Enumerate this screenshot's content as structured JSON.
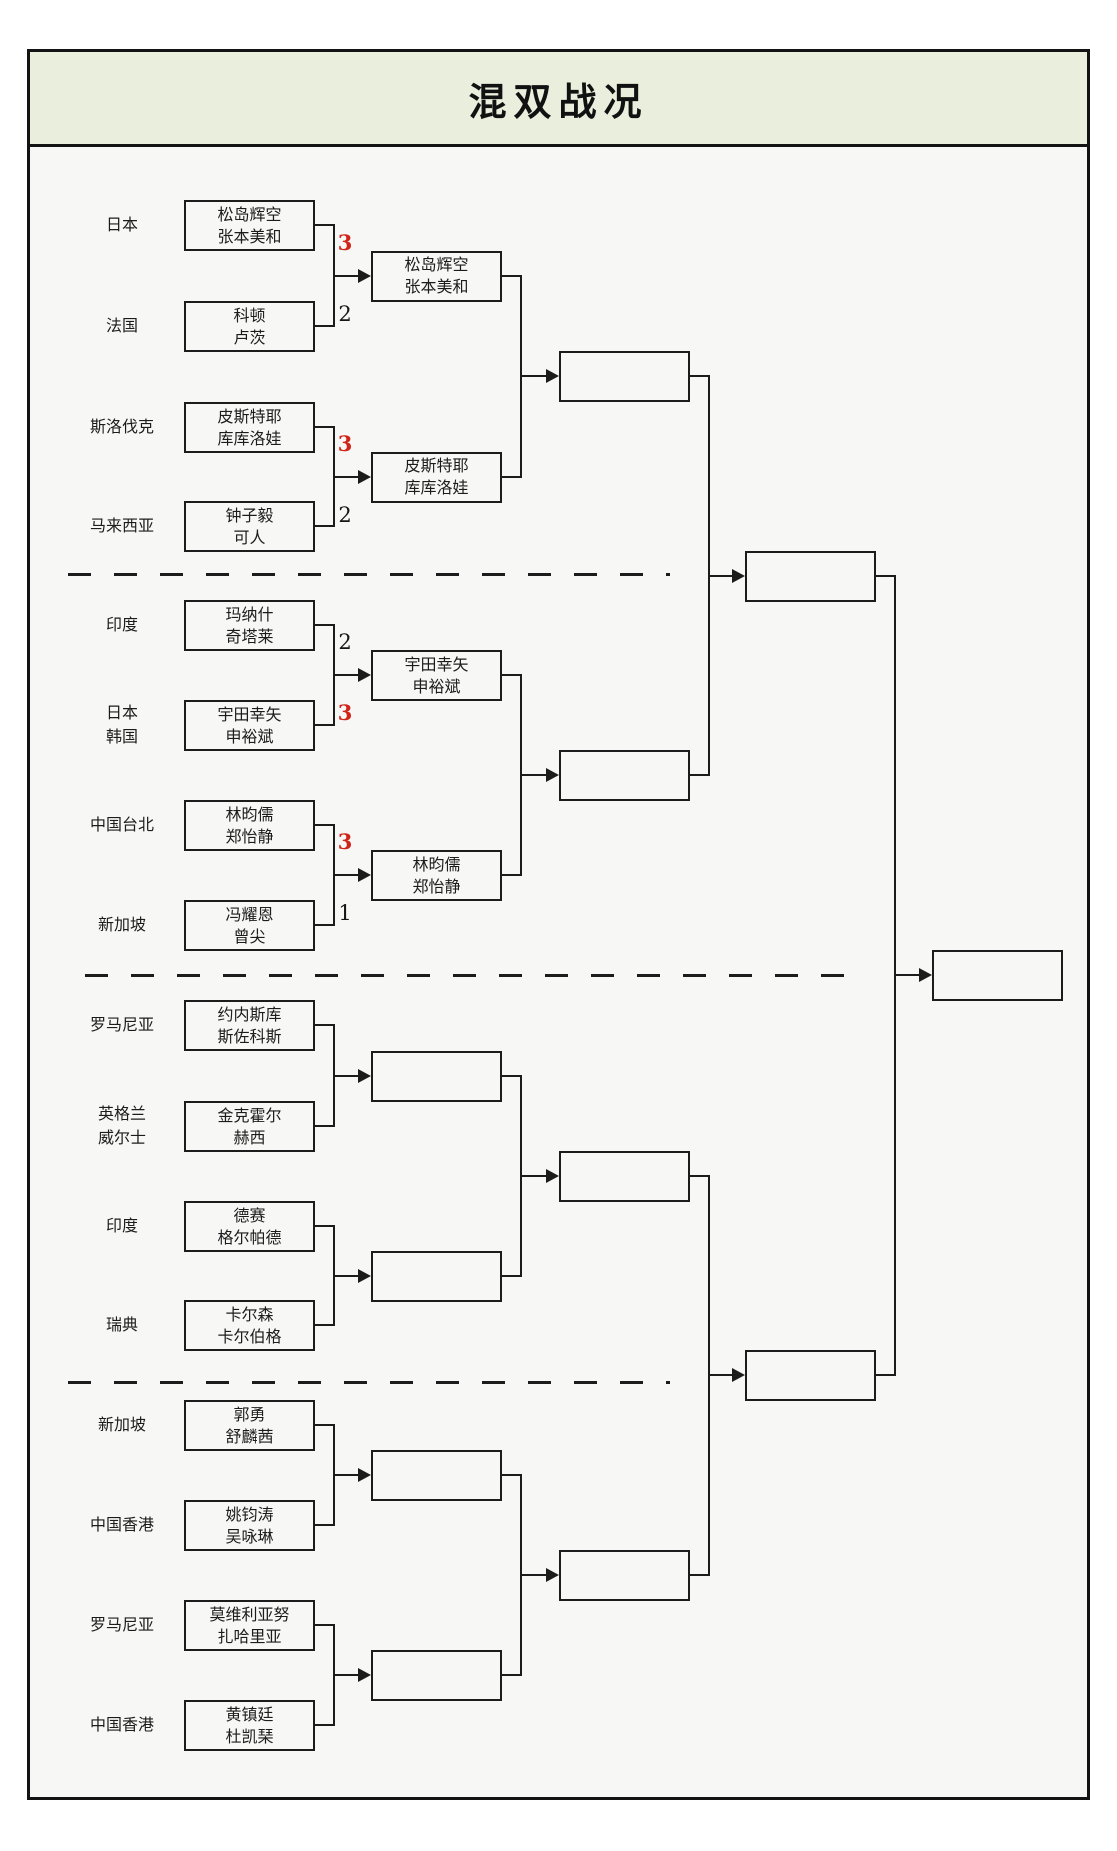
{
  "title": "混双战况",
  "colors": {
    "header_bg": "#e9eedd",
    "winner_score": "#d02418",
    "loser_score": "#161616",
    "line": "#1c1c1c"
  },
  "round1": [
    {
      "country": "日本",
      "players": "松岛辉空\n张本美和",
      "score": "3",
      "winner": true
    },
    {
      "country": "法国",
      "players": "科顿\n卢茨",
      "score": "2",
      "winner": false
    },
    {
      "country": "斯洛伐克",
      "players": "皮斯特耶\n库库洛娃",
      "score": "3",
      "winner": true
    },
    {
      "country": "马来西亚",
      "players": "钟子毅\n可人",
      "score": "2",
      "winner": false
    },
    {
      "country": "印度",
      "players": "玛纳什\n奇塔莱",
      "score": "2",
      "winner": false
    },
    {
      "country": "日本\n韩国",
      "players": "宇田幸矢\n申裕斌",
      "score": "3",
      "winner": true
    },
    {
      "country": "中国台北",
      "players": "林昀儒\n郑怡静",
      "score": "3",
      "winner": true
    },
    {
      "country": "新加坡",
      "players": "冯耀恩\n曾尖",
      "score": "1",
      "winner": false
    },
    {
      "country": "罗马尼亚",
      "players": "约内斯库\n斯佐科斯",
      "score": "",
      "winner": null
    },
    {
      "country": "英格兰\n威尔士",
      "players": "金克霍尔\n赫西",
      "score": "",
      "winner": null
    },
    {
      "country": "印度",
      "players": "德赛\n格尔帕德",
      "score": "",
      "winner": null
    },
    {
      "country": "瑞典",
      "players": "卡尔森\n卡尔伯格",
      "score": "",
      "winner": null
    },
    {
      "country": "新加坡",
      "players": "郭勇\n舒麟茜",
      "score": "",
      "winner": null
    },
    {
      "country": "中国香港",
      "players": "姚钧涛\n吴咏琳",
      "score": "",
      "winner": null
    },
    {
      "country": "罗马尼亚",
      "players": "莫维利亚努\n扎哈里亚",
      "score": "",
      "winner": null
    },
    {
      "country": "中国香港",
      "players": "黄镇廷\n杜凯琹",
      "score": "",
      "winner": null
    }
  ],
  "round2": [
    "松岛辉空\n张本美和",
    "皮斯特耶\n库库洛娃",
    "宇田幸矢\n申裕斌",
    "林昀儒\n郑怡静",
    "",
    "",
    "",
    ""
  ],
  "round3": [
    "",
    "",
    "",
    ""
  ],
  "round4": [
    "",
    ""
  ],
  "final": [
    ""
  ]
}
